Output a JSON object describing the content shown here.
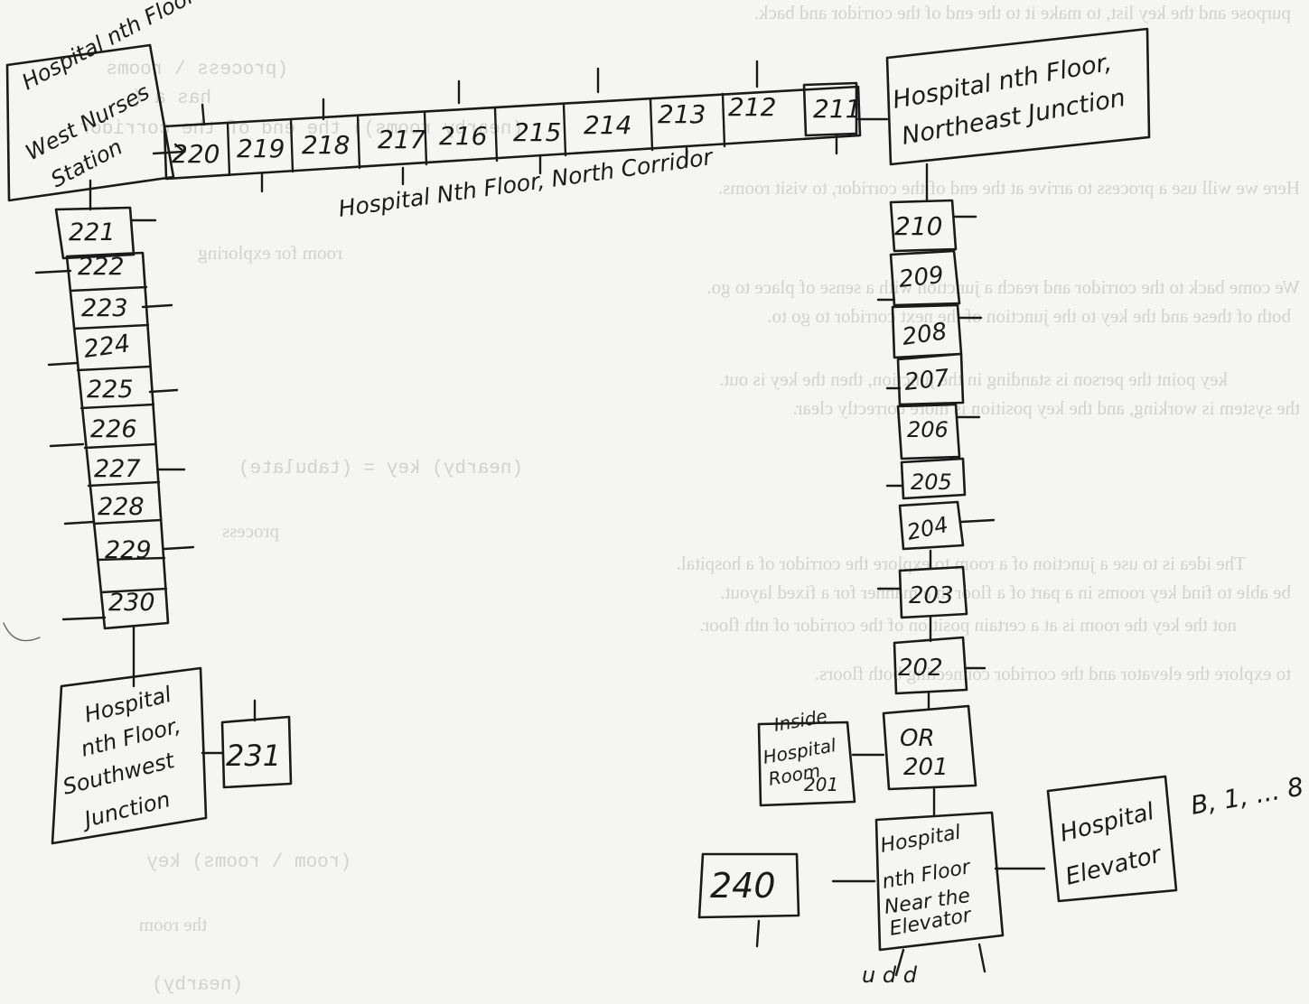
{
  "diagram": {
    "locations": {
      "west_nurses_station": [
        "Hospital nth Floor",
        "West Nurses",
        "Station"
      ],
      "northeast_junction": [
        "Hospital nth Floor,",
        "Northeast Junction"
      ],
      "north_corridor": "Hospital Nth Floor, North Corridor",
      "southwest_junction": [
        "Hospital",
        "nth Floor,",
        "Southwest",
        "Junction"
      ],
      "inside_room_201": [
        "Inside",
        "Hospital",
        "Room",
        "201"
      ],
      "near_elevator": [
        "Hospital",
        "nth Floor",
        "Near the",
        "Elevator"
      ],
      "elevator": [
        "Hospital",
        "Elevator"
      ],
      "elevator_floors": "B, 1, ... 8",
      "exits_label": "u d d"
    },
    "rooms_north": [
      "220",
      "219",
      "218",
      "217",
      "216",
      "215",
      "214",
      "213",
      "212",
      "211"
    ],
    "rooms_west": [
      "221",
      "222",
      "223",
      "224",
      "225",
      "226",
      "227",
      "228",
      "229",
      "230"
    ],
    "rooms_east": [
      "210",
      "209",
      "208",
      "207",
      "206",
      "205",
      "204",
      "203",
      "202"
    ],
    "room_231": "231",
    "room_or_201": [
      "OR",
      "201"
    ],
    "room_240": "240"
  },
  "background_text": [
    "purpose and the key list, to make it to the end of the corridor and back.",
    "(process \\ rooms",
    "has a (",
    "(nearby rooms)) the end of the corridor",
    "Here we will use a process to arrive at the end of the corridor, to visit rooms.",
    "room for exploring",
    "We come back to the corridor and reach a junction with a sense of place to go.",
    "both of these and the key to the junction of the next corridor to go to.",
    "key point the person is standing in the junction, then the key is out.",
    "the system is working, and the key position is more correctly clear.",
    "(nearby) key = (tabulate)",
    "process",
    "The idea is to use a junction of a room to explore the corridor of a hospital.",
    "be able to find key rooms in a part of a floor in a manner for a fixed layout.",
    "not the key the room is at a certain position of the corridor of nth floor.",
    "to explore the elevator and the corridor connecting both floors.",
    "(room \\ rooms) key",
    "the room",
    "(nearby)"
  ]
}
